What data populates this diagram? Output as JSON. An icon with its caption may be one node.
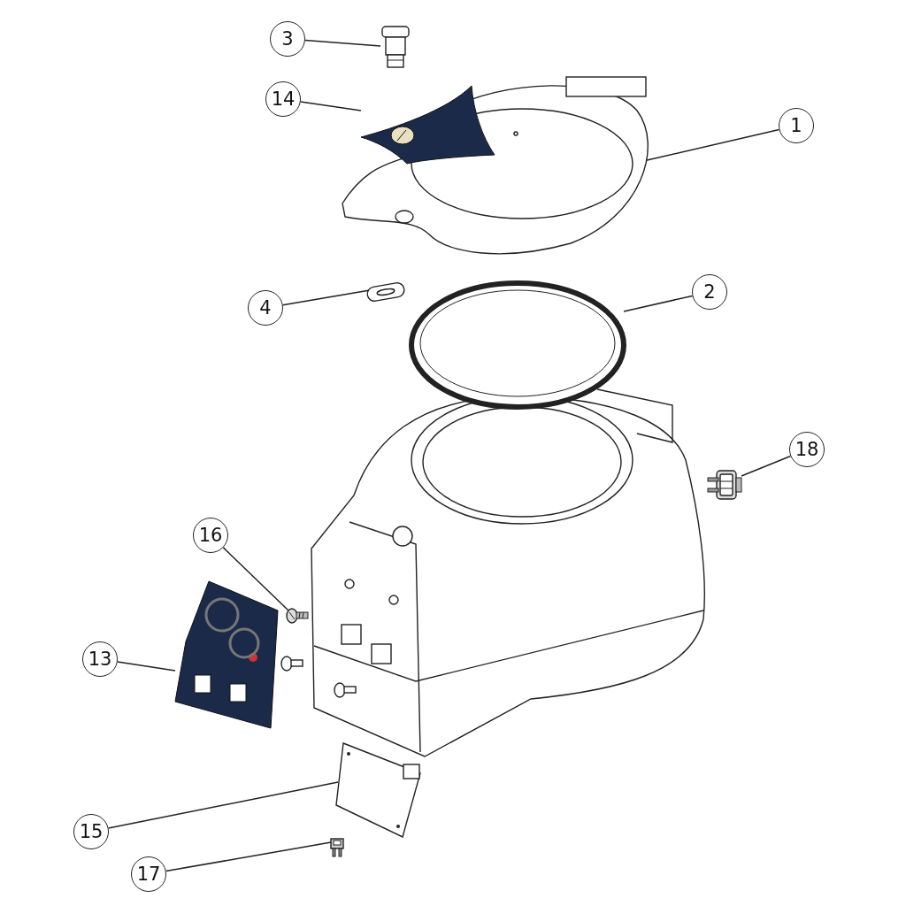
{
  "diagram": {
    "nodes": [
      {
        "text": [
          "3"
        ]
      },
      {
        "text": [
          "14"
        ]
      },
      {
        "text": [
          "1"
        ]
      },
      {
        "text": [
          "4"
        ]
      },
      {
        "text": [
          "2"
        ]
      },
      {
        "text": [
          "18"
        ]
      },
      {
        "text": [
          "16"
        ]
      },
      {
        "text": [
          "13"
        ]
      },
      {
        "text": [
          "15"
        ]
      },
      {
        "text": [
          "17"
        ]
      },
      {
        "text": [],
        "shape": "picture"
      },
      {
        "text": [],
        "shape": "picture"
      },
      {
        "text": [],
        "shape": "picture"
      },
      {
        "text": [],
        "shape": "picture"
      },
      {
        "text": [],
        "shape": "picture"
      },
      {
        "text": [],
        "shape": "picture"
      },
      {
        "text": [],
        "shape": "picture"
      },
      {
        "text": [],
        "shape": "picture"
      },
      {
        "text": [],
        "shape": "picture"
      },
      {
        "text": [],
        "shape": "picture"
      }
    ],
    "edges": [
      {
        "from": 0,
        "to": 10,
        "arrow": "none"
      },
      {
        "from": 1,
        "to": 11,
        "arrow": "none"
      },
      {
        "from": 2,
        "to": 12,
        "arrow": "none"
      },
      {
        "from": 3,
        "to": 13,
        "arrow": "none"
      },
      {
        "from": 4,
        "to": 14,
        "arrow": "none"
      },
      {
        "from": 5,
        "to": 15,
        "arrow": "none"
      },
      {
        "from": 6,
        "to": 16,
        "arrow": "none"
      },
      {
        "from": 7,
        "to": 17,
        "arrow": "none"
      },
      {
        "from": 8,
        "to": 18,
        "arrow": "none"
      },
      {
        "from": 9,
        "to": 19,
        "arrow": "none"
      }
    ]
  }
}
